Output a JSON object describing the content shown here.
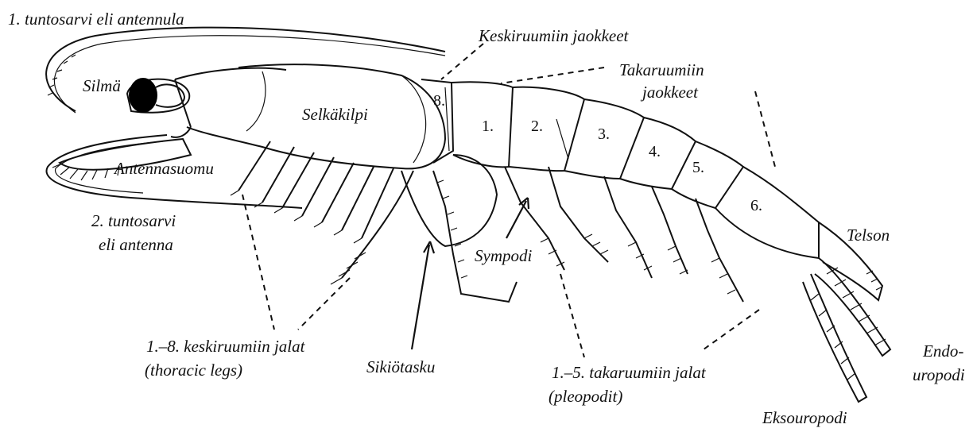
{
  "labels": {
    "antennule": "1. tuntosarvi eli antennula",
    "thoracic_segments": "Keskiruumiin jaokkeet",
    "abdominal_segments_line1": "Takaruumiin",
    "abdominal_segments_line2": "jaokkeet",
    "eye": "Silmä",
    "carapace": "Selkäkilpi",
    "antennal_scale": "Antennasuomu",
    "antenna_line1": "2. tuntosarvi",
    "antenna_line2": "eli antenna",
    "sympod": "Sympodi",
    "telson": "Telson",
    "thoracic_legs_line1": "1.–8. keskiruumiin jalat",
    "thoracic_legs_line2": "(thoracic legs)",
    "brood_pouch": "Sikiötasku",
    "pleopods_line1": "1.–5. takaruumiin jalat",
    "pleopods_line2": "(pleopodit)",
    "endopod_line1": "Endo-",
    "endopod_line2": "uropodi",
    "exopod": "Eksouropodi"
  },
  "segment_numbers": {
    "thoracic_8": "8.",
    "abdominal": [
      "1.",
      "2.",
      "3.",
      "4.",
      "5.",
      "6."
    ]
  },
  "colors": {
    "ink": "#111111",
    "background": "#ffffff",
    "eye_pigment": "#000000"
  }
}
